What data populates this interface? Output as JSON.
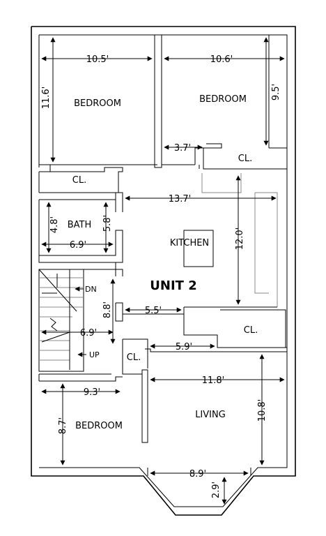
{
  "unit": {
    "title": "UNIT 2"
  },
  "rooms": {
    "bedroom_top_left": "BEDROOM",
    "bedroom_top_right": "BEDROOM",
    "closet_left": "CL.",
    "closet_right": "CL.",
    "bath": "BATH",
    "kitchen": "KITCHEN",
    "closet_kitchen": "CL.",
    "closet_living": "CL.",
    "bedroom_bottom": "BEDROOM",
    "living": "LIVING"
  },
  "stairs": {
    "down": "DN",
    "up": "UP"
  },
  "dimensions": {
    "bed_tl_width": "10.5'",
    "bed_tl_height": "11.6'",
    "bed_tr_width": "10.6'",
    "bed_tr_height": "9.5'",
    "hall_gap": "3.7'",
    "kitchen_width": "13.7'",
    "kitchen_height": "12.0'",
    "bath_height_a": "4.8'",
    "bath_height_b": "5.8'",
    "bath_width": "6.9'",
    "stair_height": "8.8'",
    "stair_width": "6.9'",
    "kitchen_lower": "5.5'",
    "closet_width": "5.9'",
    "bed_b_width": "9.3'",
    "bed_b_height": "8.7'",
    "living_width": "11.8'",
    "living_height": "10.8'",
    "bay_width": "8.9'",
    "bay_depth": "2.9'"
  }
}
